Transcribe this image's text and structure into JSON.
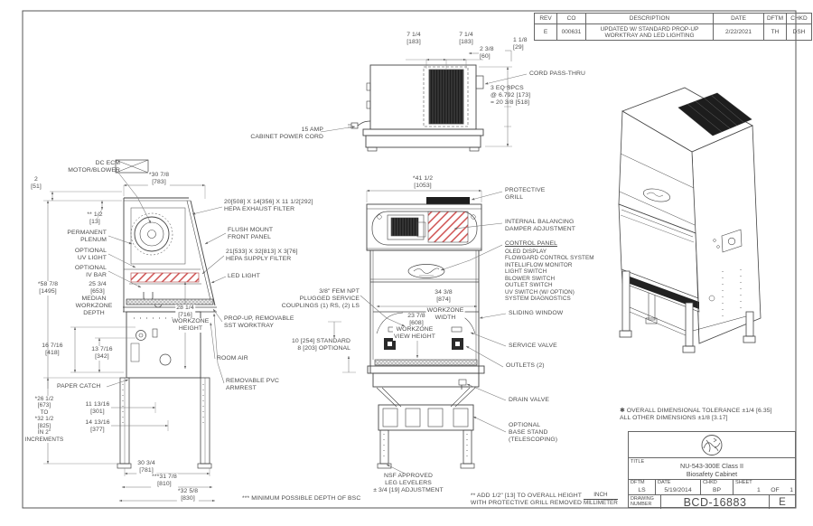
{
  "revision_table": {
    "headers": [
      "REV",
      "CO",
      "DESCRIPTION",
      "DATE",
      "DFTM",
      "CHKD"
    ],
    "row": {
      "rev": "E",
      "co": "000631",
      "description": "UPDATED W/ STANDARD PROP-UP\nWORKTRAY AND LED LIGHTING",
      "date": "2/22/2021",
      "dftm": "TH",
      "chkd": "DSH"
    }
  },
  "title_block": {
    "title_label": "TITLE",
    "title": "NU-543-300E Class II\nBiosafety Cabinet",
    "dftm_label": "DFTM",
    "dftm": "LS",
    "date_label": "DATE",
    "date": "5/19/2014",
    "chkd_label": "CHKD",
    "chkd": "BP",
    "sheet_label": "SHEET",
    "sheet_num": "1",
    "of_label": "OF",
    "sheet_total": "1",
    "drawing_number_label": "DRAWING\nNUMBER",
    "drawing_number": "BCD-16883",
    "rev": "E"
  },
  "notes": {
    "tolerance": "✱ OVERALL DIMENSIONAL TOLERANCE ±1/4 [6.35]\nALL OTHER DIMENSIONS ±1/8 [3.17]",
    "min_depth": "*** MINIMUM POSSIBLE DEPTH OF BSC",
    "add_height": "** ADD 1/2\" [13] TO OVERALL HEIGHT\nWITH PROTECTIVE GRILL REMOVED",
    "units_inch": "INCH",
    "units_mm": "MILLIMETER"
  },
  "top_view": {
    "dim_left": "7 1/4\n[183]",
    "dim_right": "7 1/4\n[183]",
    "dim_2_3_8": "2 3/8\n[60]",
    "dim_1_1_8": "1 1/8\n[29]",
    "cord_pass_thru": "CORD PASS-THRU",
    "eq_spcs": "3 EQ SPCS\n@ 6.792 [173]\n= 20 3/8 [518]",
    "power_cord": "15 AMP\nCABINET POWER CORD"
  },
  "side_view": {
    "dim_2": "2\n[51]",
    "dim_half": "** 1/2\n[13]",
    "motor": "DC ECM\nMOTOR/BLOWER",
    "dim_30": "*30 7/8\n[783]",
    "plenum": "PERMANENT\nPLENUM",
    "uv_light": "OPTIONAL\nUV LIGHT",
    "iv_bar": "OPTIONAL\nIV BAR",
    "dim_58": "*58 7/8\n[1495]",
    "dim_25": "25 3/4\n[653]",
    "median": "MEDIAN\nWORKZONE\nDEPTH",
    "dim_28": "28 1/4\n[716]",
    "workzone_height": "WORKZONE\nHEIGHT",
    "dim_16": "16 7/16\n[418]",
    "dim_13": "13 7/16\n[342]",
    "paper_catch": "PAPER CATCH",
    "stand_range": "*26 1/2\n[673]\nTO\n*32 1/2\n[825]\nIN 2\"\nINCREMENTS",
    "dim_11": "11 13/16\n[301]",
    "dim_14": "14 13/16\n[377]",
    "dim_30_3_4": "30 3/4\n[781]",
    "dim_31": "***31 7/8\n[810]",
    "dim_32": "*32 5/8\n[830]",
    "hepa_exhaust": "20[508] X 14[356] X 11 1/2[292]\nHEPA EXHAUST FILTER",
    "flush_mount": "FLUSH MOUNT\nFRONT PANEL",
    "hepa_supply": "21[533] X 32[813] X 3[76]\nHEPA SUPPLY FILTER",
    "led_light": "LED LIGHT",
    "worktray": "PROP-UP, REMOVABLE\nSST WORKTRAY",
    "room_air": "ROOM AIR",
    "armrest": "REMOVABLE PVC\nARMREST"
  },
  "front_view": {
    "dim_41": "*41 1/2\n[1053]",
    "protective_grill": "PROTECTIVE\nGRILL",
    "damper": "INTERNAL BALANCING\nDAMPER ADJUSTMENT",
    "control_panel": "CONTROL PANEL",
    "control_items": "OLED DISPLAY\nFLOWGARD CONTROL SYSTEM\nINTELLIFLOW MONITOR\nLIGHT SWITCH\nBLOWER SWITCH\nOUTLET SWITCH\nUV SWITCH (W/ OPTION)\nSYSTEM DIAGNOSTICS",
    "sliding_window": "SLIDING WINDOW",
    "dim_34": "34 3/8\n[874]",
    "workzone_width": "WORKZONE\nWIDTH",
    "dim_23": "23 7/8\n[608]",
    "view_height": "WORKZONE\nVIEW HEIGHT",
    "service_valve": "SERVICE VALVE",
    "outlets": "OUTLETS (2)",
    "couplings": "3/8\" FEM NPT\nPLUGGED SERVICE\nCOUPLINGS (1) RS, (2) LS",
    "tray_height": "10 [254] STANDARD\n8 [203] OPTIONAL",
    "drain_valve": "DRAIN VALVE",
    "base_stand": "OPTIONAL\nBASE STAND\n(TELESCOPING)",
    "leg_levelers": "NSF APPROVED\nLEG LEVELERS\n± 3/4 [19] ADJUSTMENT"
  },
  "colors": {
    "line": "#444444",
    "dim_line": "#777777",
    "hatch_red": "#cc4444",
    "filter_dark": "#1d1d1d"
  }
}
